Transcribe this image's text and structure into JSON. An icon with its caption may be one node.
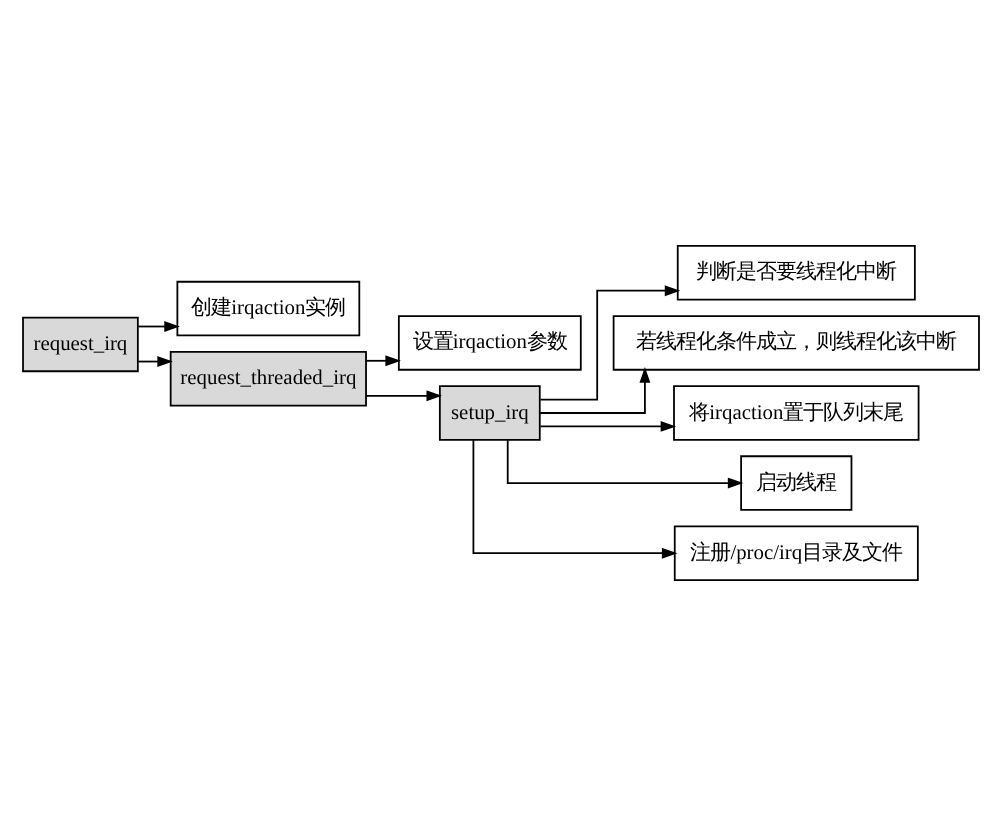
{
  "diagram": {
    "nodes": [
      {
        "text": [
          "request_irq"
        ]
      },
      {
        "text": [
          "创建irqaction实例"
        ]
      },
      {
        "text": [
          "request_threaded_irq"
        ]
      },
      {
        "text": [
          "设置irqaction参数"
        ]
      },
      {
        "text": [
          "setup_irq"
        ]
      },
      {
        "text": [
          "判断是否要线程化中断"
        ]
      },
      {
        "text": [
          "若线程化条件成立，则线程化该中断"
        ]
      },
      {
        "text": [
          "将irqaction置于队列末尾"
        ]
      },
      {
        "text": [
          "启动线程"
        ]
      },
      {
        "text": [
          "注册/proc/irq目录及文件"
        ]
      }
    ],
    "edges": [
      {
        "from": 0,
        "to": 1,
        "arrow": "to"
      },
      {
        "from": 0,
        "to": 2,
        "arrow": "to"
      },
      {
        "from": 2,
        "to": 3,
        "arrow": "to"
      },
      {
        "from": 2,
        "to": 4,
        "arrow": "to"
      },
      {
        "from": 4,
        "to": 5,
        "arrow": "to"
      },
      {
        "from": 4,
        "to": 6,
        "arrow": "to"
      },
      {
        "from": 4,
        "to": 7,
        "arrow": "to"
      },
      {
        "from": 4,
        "to": 8,
        "arrow": "to"
      },
      {
        "from": 4,
        "to": 9,
        "arrow": "to"
      }
    ]
  }
}
